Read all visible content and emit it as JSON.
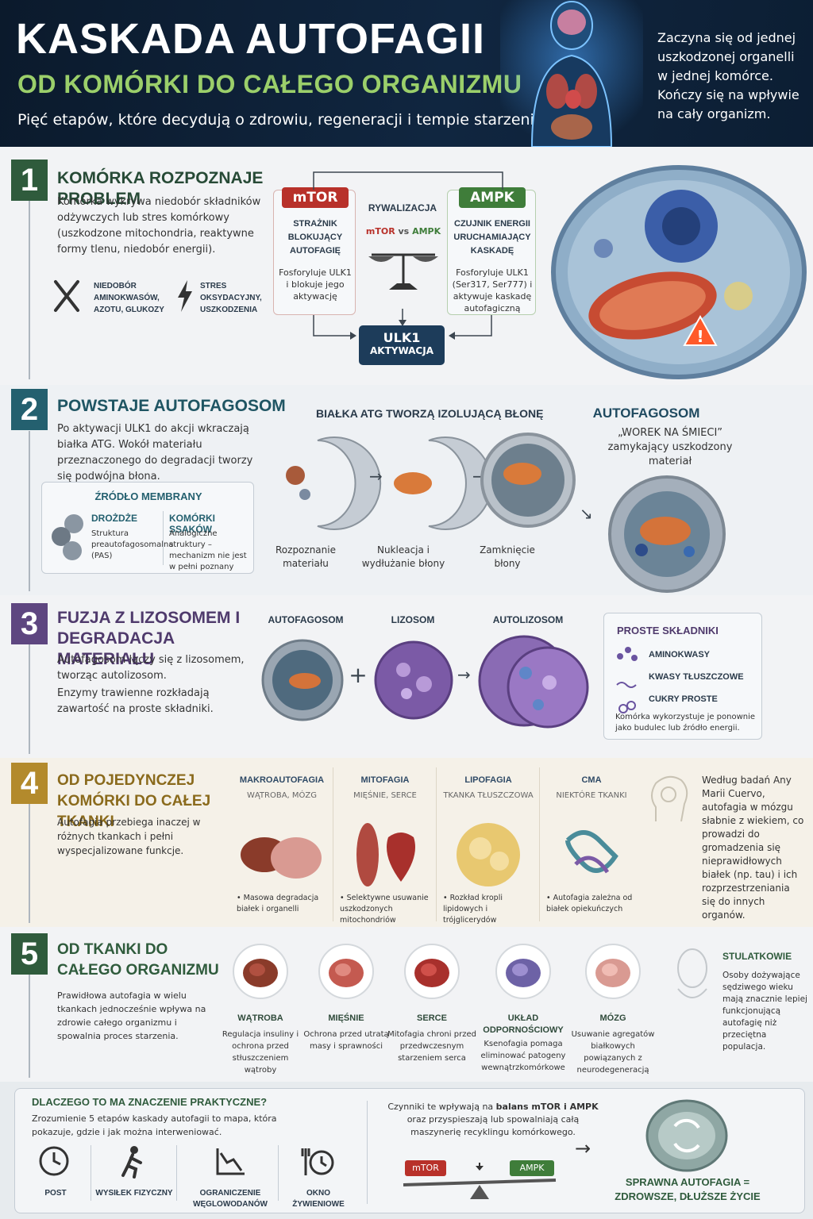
{
  "header": {
    "title": "KASKADA AUTOFAGII",
    "subtitle": "OD KOMÓRKI DO CAŁEGO ORGANIZMU",
    "tagline": "Pięć etapów, które decydują o zdrowiu, regeneracji i tempie starzenia.",
    "side_text": "Zaczyna się od jednej uszkodzonej organelli w jednej komórce. Kończy się na wpływie na cały organizm."
  },
  "s1": {
    "number": "1",
    "heading": "KOMÓRKA ROZPOZNAJE PROBLEM",
    "body": "Komórka wykrywa niedobór składników odżywczych lub stres komórkowy (uszkodzone mitochondria, reaktywne formy tlenu, niedobór energii).",
    "icon1_label": "NIEDOBÓR AMINOKWASÓW, AZOTU, GLUKOZY",
    "icon2_label": "STRES OKSYDACYJNY, USZKODZENIA",
    "mtor": {
      "title": "mTOR",
      "role": "STRAŻNIK BLOKUJĄCY AUTOFAGIĘ",
      "desc": "Fosforyluje ULK1 i blokuje jego aktywację"
    },
    "rivalry": {
      "title": "RYWALIZACJA",
      "left": "mTOR",
      "vs": "vs",
      "right": "AMPK"
    },
    "ampk": {
      "title": "AMPK",
      "role": "CZUJNIK ENERGII URUCHAMIAJĄCY KASKADĘ",
      "desc": "Fosforyluje ULK1 (Ser317, Ser777) i aktywuje kaskadę autofagiczną"
    },
    "ulk1": {
      "line1": "ULK1",
      "line2": "AKTYWACJA"
    }
  },
  "s2": {
    "number": "2",
    "heading": "POWSTAJE AUTOFAGOSOM",
    "body": "Po aktywacji ULK1 do akcji wkraczają białka ATG. Wokół materiału przeznaczonego do degradacji tworzy się podwójna błona.",
    "membrane": {
      "title": "ŹRÓDŁO MEMBRANY",
      "col1_title": "DROŻDŻE",
      "col1_text": "Struktura preautofagosomalna (PAS)",
      "col2_title": "KOMÓRKI SSAKÓW",
      "col2_text": "Analogiczne struktury – mechanizm nie jest w pełni poznany"
    },
    "atg_title": "BIAŁKA ATG TWORZĄ IZOLUJĄCĄ BŁONĘ",
    "steps": [
      "Rozpoznanie materiału",
      "Nukleacja i wydłużanie błony",
      "Zamknięcie błony"
    ],
    "auto_title": "AUTOFAGOSOM",
    "auto_desc": "„WOREK NA ŚMIECI” zamykający uszkodzony materiał"
  },
  "s3": {
    "number": "3",
    "heading": "FUZJA Z LIZOSOMEM I DEGRADACJA MATERIAŁU",
    "body1": "Autofagosom łączy się z lizosomem, tworząc autolizosom.",
    "body2": "Enzymy trawienne rozkładają zawartość na proste składniki.",
    "labels": [
      "AUTOFAGOSOM",
      "LIZOSOM",
      "AUTOLIZOSOM"
    ],
    "plus": "+",
    "simple": {
      "title": "PROSTE SKŁADNIKI",
      "items": [
        "AMINOKWASY",
        "KWASY TŁUSZCZOWE",
        "CUKRY PROSTE"
      ],
      "note": "Komórka wykorzystuje je ponownie jako budulec lub źródło energii."
    }
  },
  "s4": {
    "number": "4",
    "heading": "OD POJEDYNCZEJ KOMÓRKI DO CAŁEJ TKANKI",
    "body": "Autofagia przebiega inaczej w różnych tkankach i pełni wyspecjalizowane funkcje.",
    "types": [
      {
        "name": "MAKROAUTOFAGIA",
        "where": "WĄTROBA, MÓZG",
        "desc": "Masowa degradacja białek i organelli"
      },
      {
        "name": "MITOFAGIA",
        "where": "MIĘŚNIE, SERCE",
        "desc": "Selektywne usuwanie uszkodzonych mitochondriów"
      },
      {
        "name": "LIPOFAGIA",
        "where": "TKANKA TŁUSZCZOWA",
        "desc": "Rozkład kropli lipidowych i trójglicerydów"
      },
      {
        "name": "CMA",
        "where": "NIEKTÓRE TKANKI",
        "desc": "Autofagia zależna od białek opiekuńczych"
      }
    ],
    "research": "Według badań Any Marii Cuervo, autofagia w mózgu słabnie z wiekiem, co prowadzi do gromadzenia się nieprawidłowych białek (np. tau) i ich rozprzestrzeniania się do innych organów."
  },
  "s5": {
    "number": "5",
    "heading": "OD TKANKI DO CAŁEGO ORGANIZMU",
    "body": "Prawidłowa autofagia w wielu tkankach jednocześnie wpływa na zdrowie całego organizmu i spowalnia proces starzenia.",
    "organs": [
      {
        "name": "WĄTROBA",
        "desc": "Regulacja insuliny i ochrona przed stłuszczeniem wątroby"
      },
      {
        "name": "MIĘŚNIE",
        "desc": "Ochrona przed utratą masy i sprawności"
      },
      {
        "name": "SERCE",
        "desc": "Mitofagia chroni przed przedwczesnym starzeniem serca"
      },
      {
        "name": "UKŁAD ODPORNOŚCIOWY",
        "desc": "Ksenofagia pomaga eliminować patogeny wewnątrzkomórkowe"
      },
      {
        "name": "MÓZG",
        "desc": "Usuwanie agregatów białkowych powiązanych z neurodegeneracją"
      }
    ],
    "centenarians_title": "STULATKOWIE",
    "centenarians_text": "Osoby dożywające sędziwego wieku mają znacznie lepiej funkcjonującą autofagię niż przeciętna populacja."
  },
  "bottom": {
    "heading": "DLACZEGO TO MA ZNACZENIE PRAKTYCZNE?",
    "body": "Zrozumienie 5 etapów kaskady autofagii to mapa, która pokazuje, gdzie i jak można interweniować.",
    "factors": [
      "POST",
      "WYSIŁEK FIZYCZNY",
      "OGRANICZENIE WĘGLOWODANÓW",
      "OKNO ŻYWIENIOWE"
    ],
    "mid_pre": "Czynniki te wpływają na ",
    "mid_bold": "balans mTOR i AMPK",
    "mid_post": " oraz przyspieszają lub spowalniają całą maszynerię recyklingu komórkowego.",
    "mtor": "mTOR",
    "ampk": "AMPK",
    "result": "SPRAWNA AUTOFAGIA = ZDROWSZE, DŁUŻSZE ŻYCIE"
  },
  "colors": {
    "header_bg": "#102640",
    "mtor_red": "#b8312a",
    "ampk_green": "#3f7d3a",
    "ulk1_navy": "#1d3c5a",
    "subtitle_green": "#9bcf6a"
  }
}
